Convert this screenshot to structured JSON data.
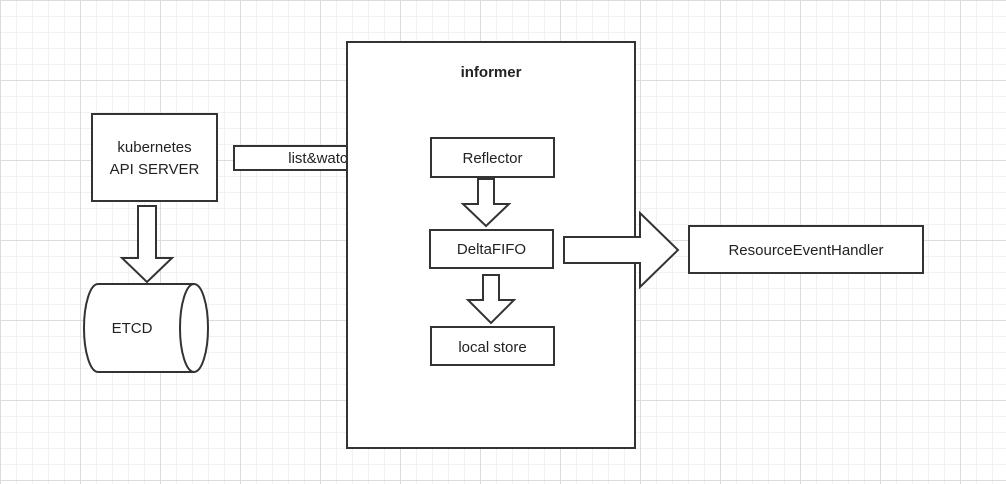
{
  "diagram": {
    "api_server": {
      "line1": "kubernetes",
      "line2": "API SERVER"
    },
    "etcd": {
      "label": "ETCD"
    },
    "list_watch": {
      "label": "list&watch"
    },
    "informer": {
      "title": "informer",
      "reflector": "Reflector",
      "deltafifo": "DeltaFIFO",
      "local_store": "local store"
    },
    "handler": {
      "label": "ResourceEventHandler"
    }
  }
}
